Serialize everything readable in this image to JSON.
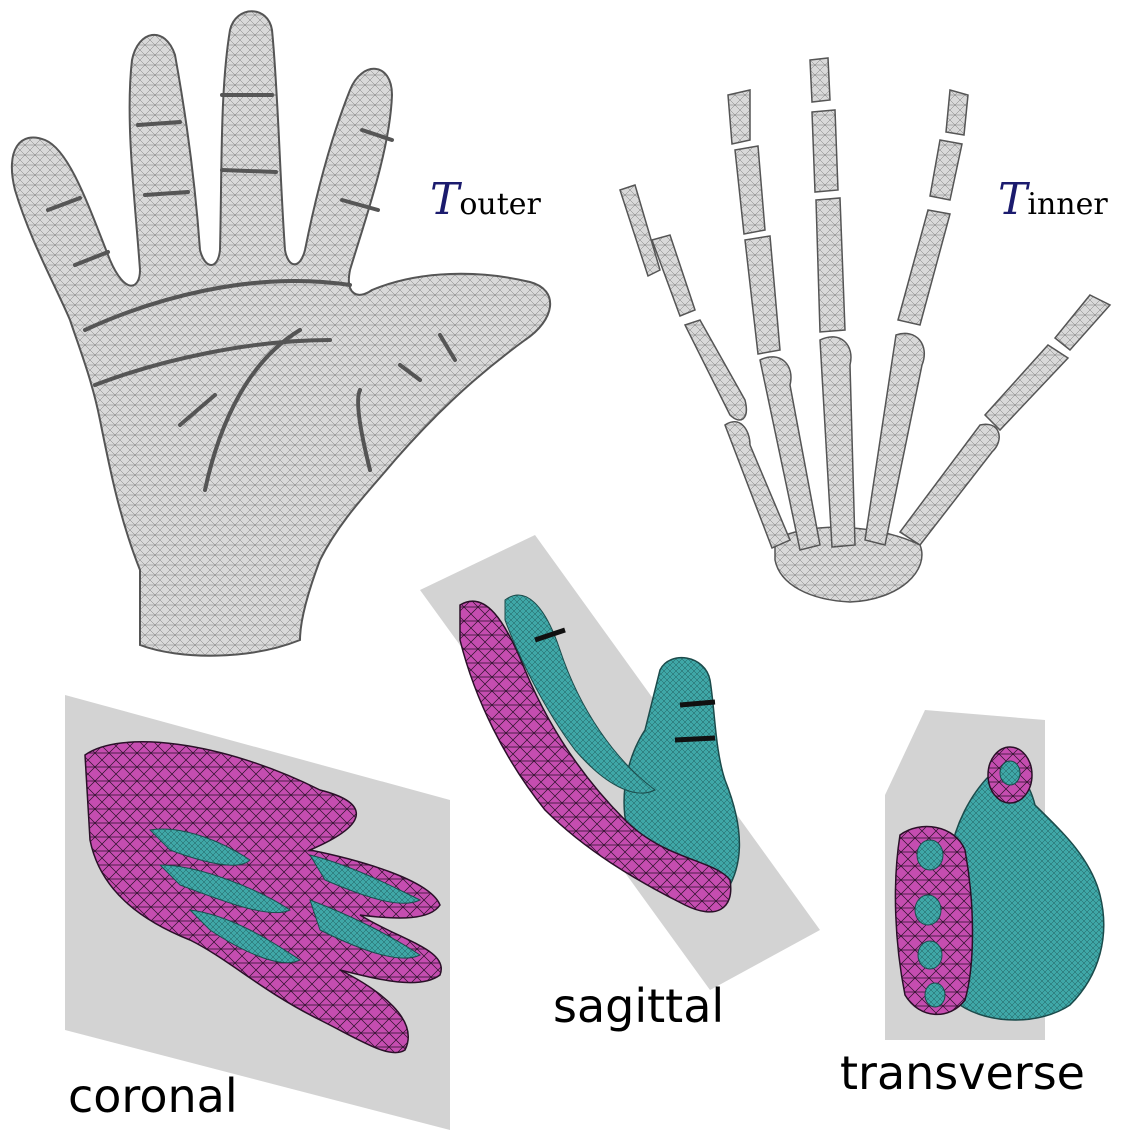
{
  "figure": {
    "outer_label": {
      "symbol": "T",
      "subscript": "outer"
    },
    "inner_label": {
      "symbol": "T",
      "subscript": "inner"
    },
    "planes": [
      {
        "name": "coronal"
      },
      {
        "name": "sagittal"
      },
      {
        "name": "transverse"
      }
    ]
  },
  "colors": {
    "mesh_gray": "#d9d9d9",
    "mesh_line": "#6a6a6a",
    "cut_magenta": "#c54db0",
    "skin_teal": "#3fa7a7",
    "plane_gray": "#d3d3d3"
  },
  "icons": [
    "hand-surface-mesh",
    "hand-skeleton-mesh",
    "coronal-slice-mesh",
    "sagittal-slice-mesh",
    "transverse-slice-mesh"
  ]
}
